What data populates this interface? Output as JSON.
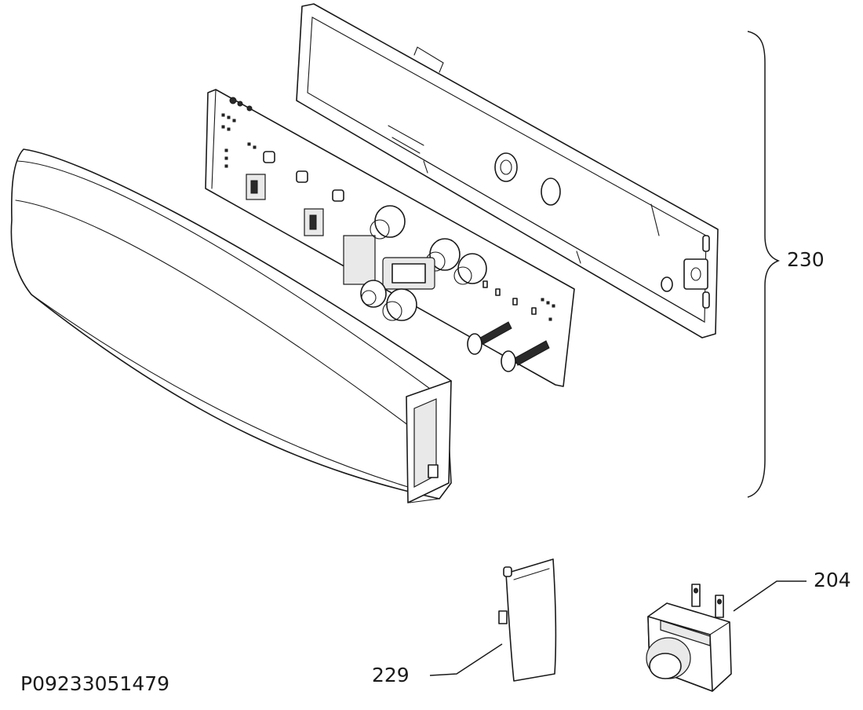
{
  "diagram": {
    "reference_code": "P09233051479",
    "callouts": {
      "assembly": "230",
      "switch": "204",
      "button_cap": "229"
    }
  }
}
